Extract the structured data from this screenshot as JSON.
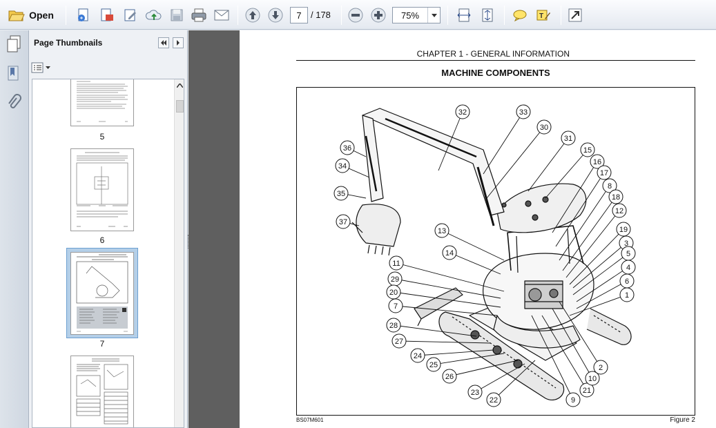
{
  "toolbar": {
    "open_label": "Open",
    "current_page": "7",
    "page_total": "/ 178",
    "zoom_value": "75%",
    "icons": [
      "folder-open-icon",
      "create-pdf-icon",
      "export-icon",
      "sign-icon",
      "upload-icon",
      "save-icon",
      "print-icon",
      "email-icon",
      "previous-page-icon",
      "next-page-icon",
      "zoom-out-icon",
      "zoom-in-icon",
      "fit-width-icon",
      "fit-page-icon",
      "comment-icon",
      "highlight-icon",
      "fullscreen-icon"
    ]
  },
  "thumbnails": {
    "title": "Page Thumbnails",
    "pages": [
      {
        "number": "5"
      },
      {
        "number": "6"
      },
      {
        "number": "7",
        "selected": true
      },
      {
        "number": ""
      }
    ]
  },
  "document": {
    "chapter": "CHAPTER 1 - GENERAL INFORMATION",
    "title": "MACHINE COMPONENTS",
    "figure_code": "BS07M601",
    "figure_label": "Figure 2",
    "callouts": [
      "32",
      "33",
      "30",
      "31",
      "15",
      "16",
      "17",
      "8",
      "18",
      "12",
      "19",
      "3",
      "5",
      "4",
      "6",
      "1",
      "36",
      "34",
      "35",
      "37",
      "13",
      "14",
      "11",
      "29",
      "20",
      "7",
      "28",
      "27",
      "24",
      "25",
      "26",
      "23",
      "22",
      "9",
      "21",
      "10",
      "2"
    ]
  }
}
